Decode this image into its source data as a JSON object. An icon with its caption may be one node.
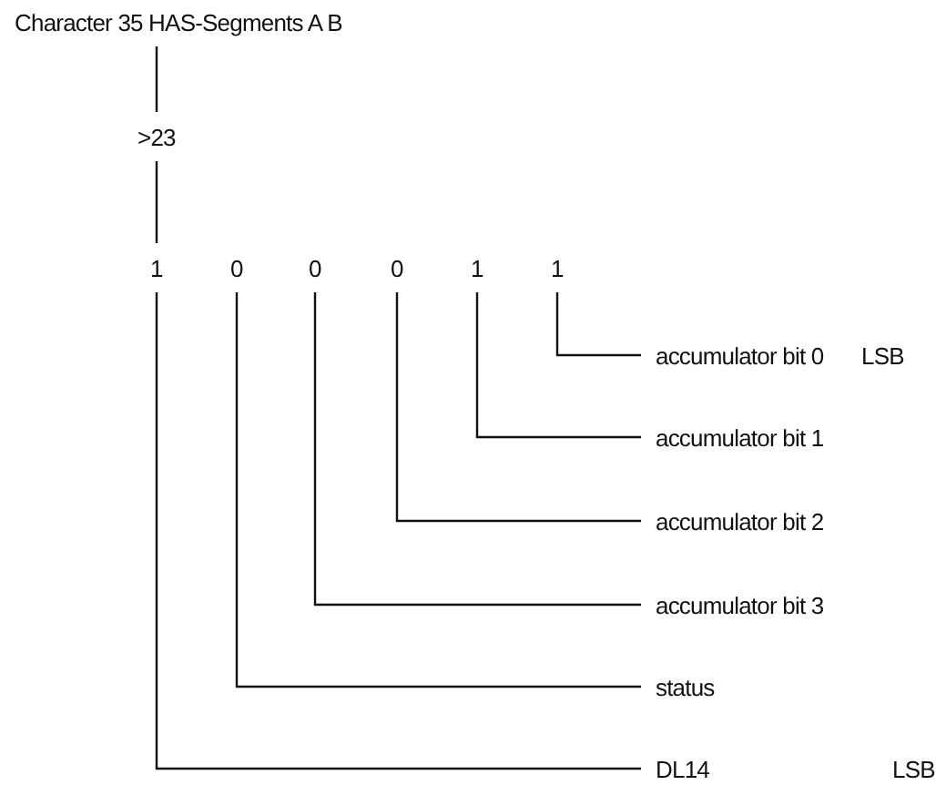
{
  "diagram": {
    "nodes": [
      {
        "text": [
          "Character 35 HAS-Segments A B"
        ]
      },
      {
        "text": [
          ">23"
        ]
      },
      {
        "text": [
          "1"
        ]
      },
      {
        "text": [
          "0"
        ]
      },
      {
        "text": [
          "0"
        ]
      },
      {
        "text": [
          "0"
        ]
      },
      {
        "text": [
          "1"
        ]
      },
      {
        "text": [
          "1"
        ]
      },
      {
        "text": [
          "accumulator bit 0"
        ],
        "beside": [
          "LSB"
        ]
      },
      {
        "text": [
          "accumulator bit 1"
        ]
      },
      {
        "text": [
          "accumulator bit 2"
        ]
      },
      {
        "text": [
          "accumulator bit 3"
        ]
      },
      {
        "text": [
          "status"
        ]
      },
      {
        "text": [
          "DL14"
        ]
      }
    ],
    "labels": [
      "LSB"
    ],
    "edges": [
      {
        "from": 0,
        "to": 1,
        "arrow": "none"
      },
      {
        "from": 1,
        "to": 2,
        "arrow": "none"
      },
      {
        "from": 7,
        "to": 8,
        "arrow": "none"
      },
      {
        "from": 6,
        "to": 9,
        "arrow": "none"
      },
      {
        "from": 5,
        "to": 10,
        "arrow": "none"
      },
      {
        "from": 4,
        "to": 11,
        "arrow": "none"
      },
      {
        "from": 3,
        "to": 12,
        "arrow": "none"
      },
      {
        "from": 2,
        "to": 13,
        "arrow": "none"
      }
    ]
  }
}
